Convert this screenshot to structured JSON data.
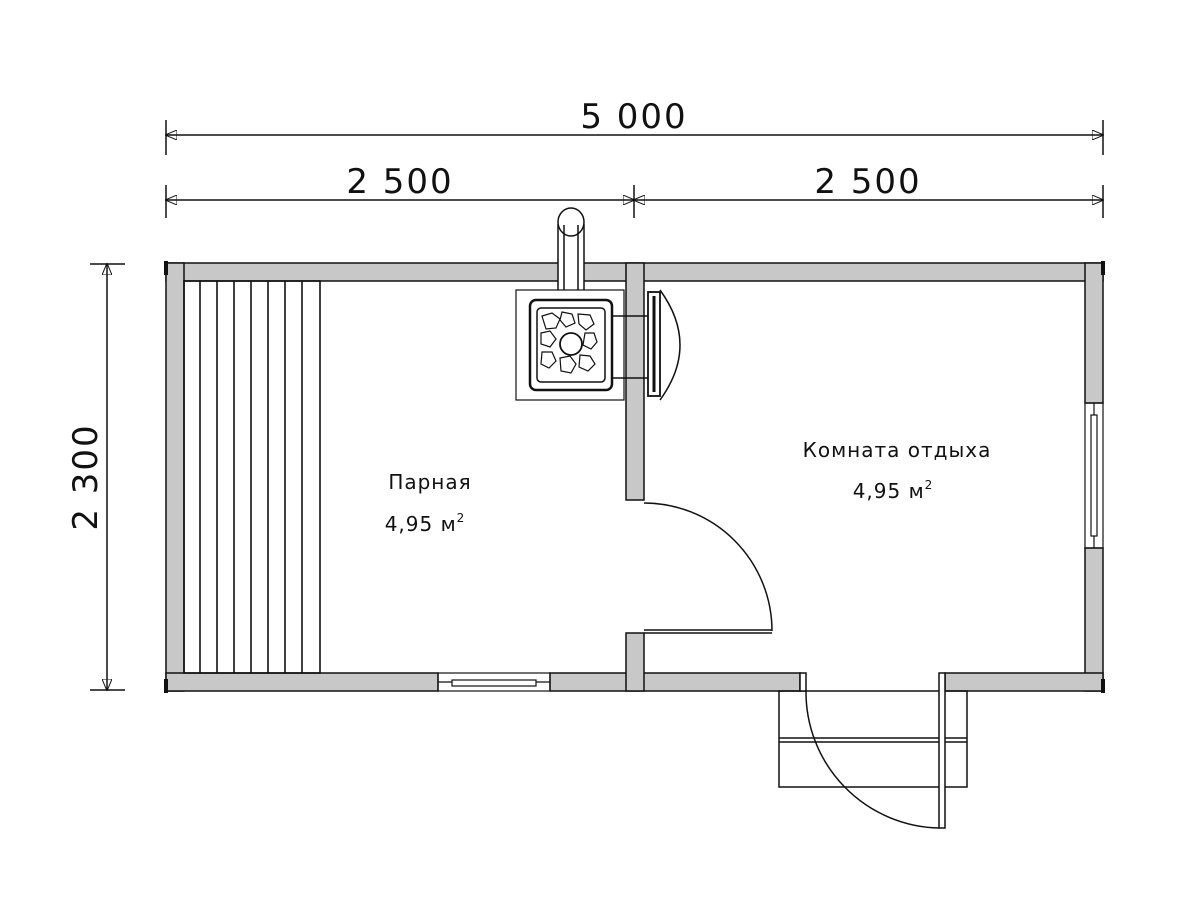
{
  "dimensions": {
    "overall_width": "5 000",
    "left_width": "2 500",
    "right_width": "2 500",
    "overall_height": "2 300"
  },
  "rooms": [
    {
      "name": "Парная",
      "area_value": "4,95 м",
      "area_sup": "2"
    },
    {
      "name": "Комната отдыха",
      "area_value": "4,95 м",
      "area_sup": "2"
    }
  ],
  "colors": {
    "wall_fill": "#c8c8c8",
    "line": "#111111"
  }
}
